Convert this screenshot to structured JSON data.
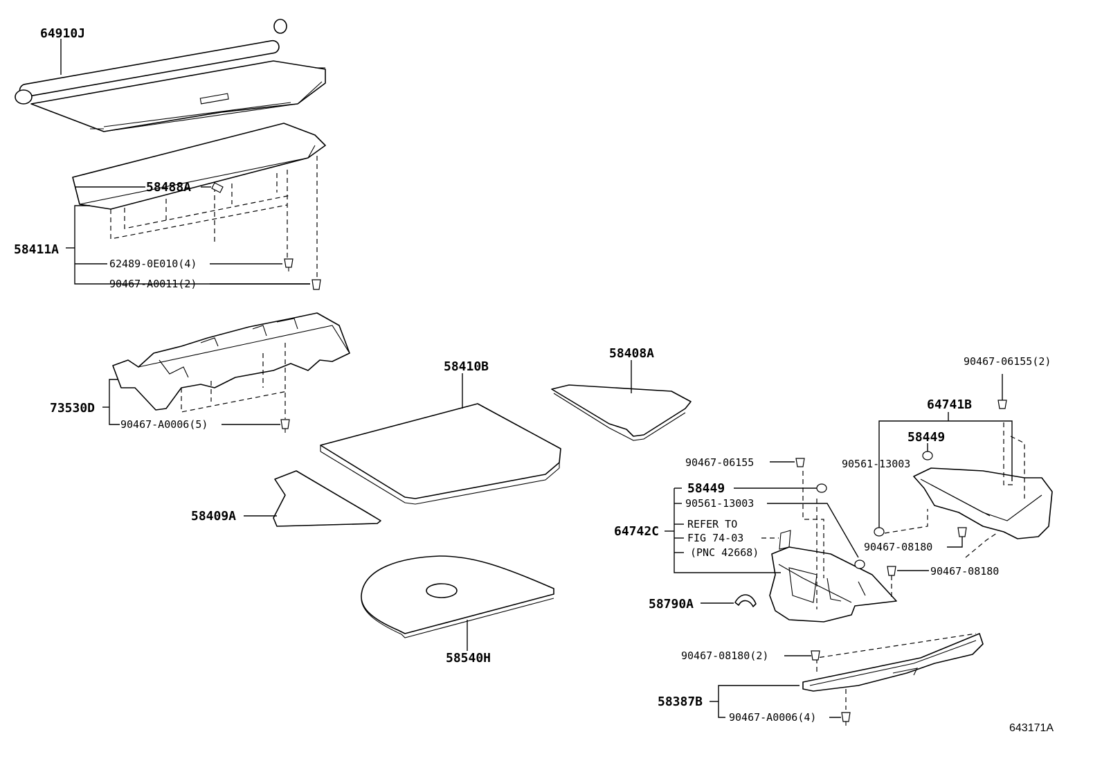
{
  "labels": {
    "p64910J": "64910J",
    "p58411A": "58411A",
    "p58488A": "58488A",
    "p62489": "62489-0E010(4)",
    "p90467_A0011": "90467-A0011(2)",
    "p73530D": "73530D",
    "p90467_A0006_5": "90467-A0006(5)",
    "p58410B": "58410B",
    "p58408A": "58408A",
    "p58409A": "58409A",
    "p58540H": "58540H",
    "p90467_06155_2": "90467-06155(2)",
    "p64741B": "64741B",
    "p58449_r": "58449",
    "p90561_r": "90561-13003",
    "p90467_08180_r1": "90467-08180",
    "p90467_08180_r2": "90467-08180",
    "p90467_06155": "90467-06155",
    "p58449_l": "58449",
    "p90561_l": "90561-13003",
    "p64742C": "64742C",
    "refer1": "REFER TO",
    "refer2": "FIG 74-03",
    "refer3": "(PNC 42668)",
    "p58790A": "58790A",
    "p90467_08180_2": "90467-08180(2)",
    "p58387B": "58387B",
    "p90467_A0006_4": "90467-A0006(4)",
    "figure_id": "643171A"
  }
}
